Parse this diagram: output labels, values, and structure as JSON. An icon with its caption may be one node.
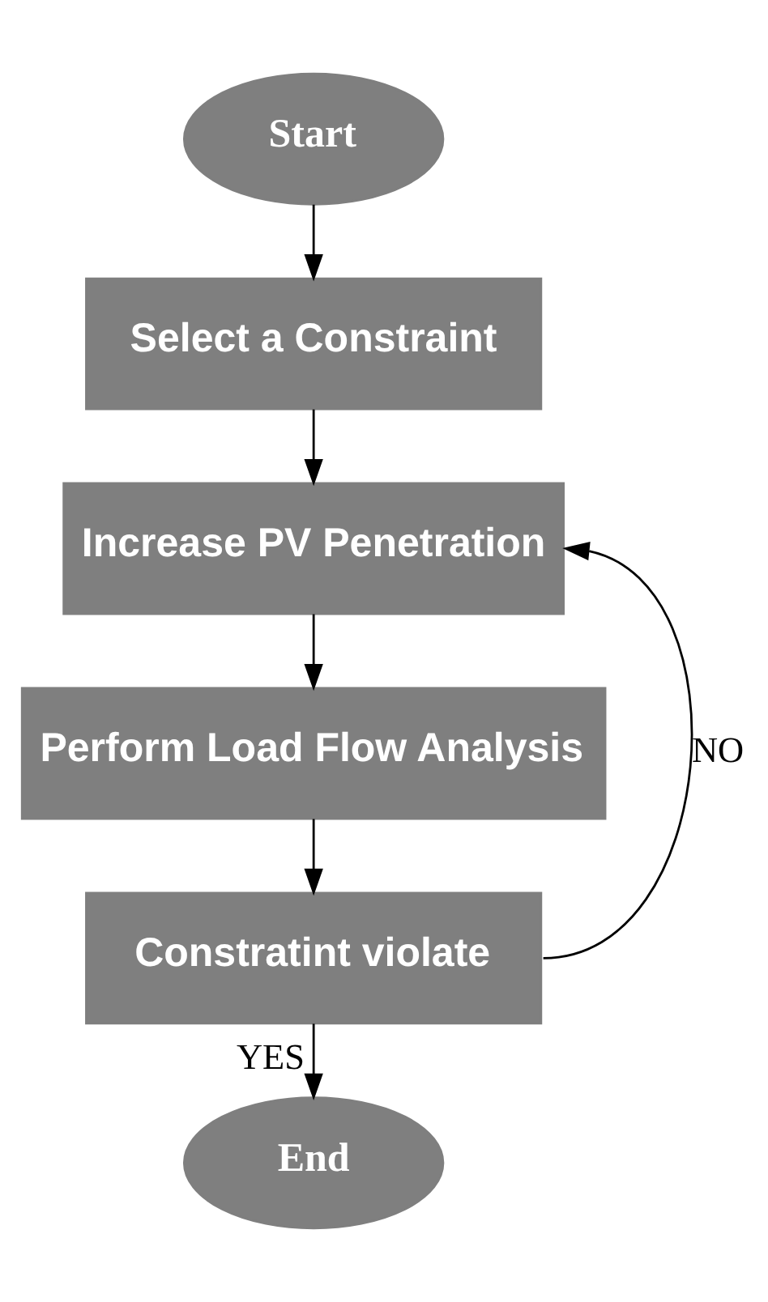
{
  "diagram": {
    "nodes": [
      {
        "text": [
          "Start"
        ]
      },
      {
        "text": [
          "Select a Constraint"
        ]
      },
      {
        "text": [
          "Increase PV Penetration"
        ]
      },
      {
        "text": [
          "Perform Load Flow Analysis"
        ]
      },
      {
        "text": [
          "Constratint violate"
        ]
      },
      {
        "text": [
          "End"
        ]
      }
    ],
    "edges": [
      {
        "from": 0,
        "to": 1,
        "arrow": "to"
      },
      {
        "from": 1,
        "to": 2,
        "arrow": "to"
      },
      {
        "from": 2,
        "to": 3,
        "arrow": "to"
      },
      {
        "from": 3,
        "to": 4,
        "arrow": "to"
      },
      {
        "from": 4,
        "to": 5,
        "arrow": "to",
        "label": "YES"
      },
      {
        "from": 4,
        "to": 2,
        "arrow": "to",
        "label": "NO"
      }
    ]
  }
}
